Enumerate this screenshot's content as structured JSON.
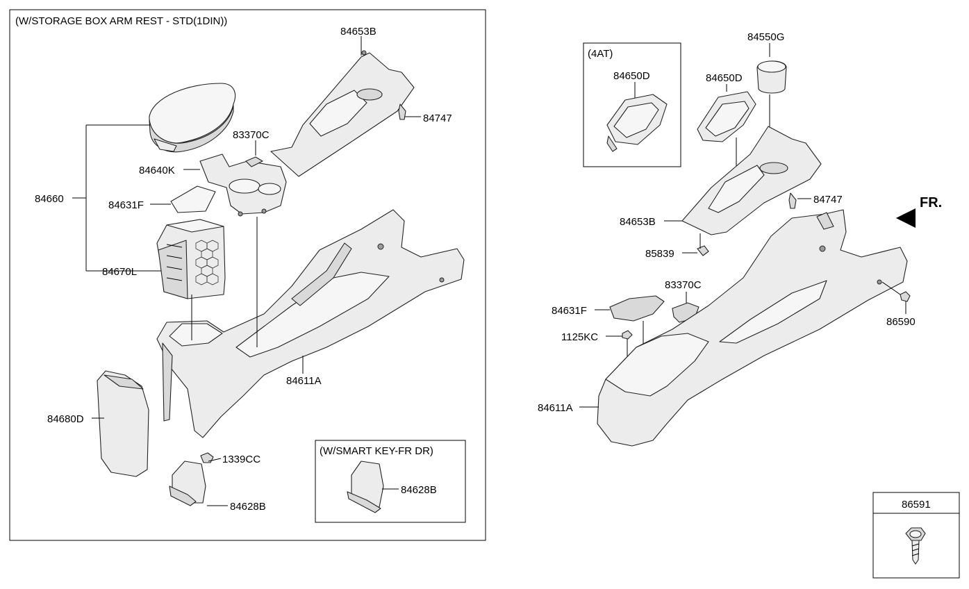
{
  "groups": {
    "storage": "(W/STORAGE BOX ARM REST - STD(1DIN))",
    "smartkey": "(W/SMART KEY-FR DR)",
    "at": "(4AT)"
  },
  "direction_label": "FR.",
  "parts": {
    "l_84653B": "84653B",
    "l_84747": "84747",
    "l_83370C": "83370C",
    "l_84640K": "84640K",
    "l_84660": "84660",
    "l_84631F": "84631F",
    "l_84670L": "84670L",
    "l_84611A": "84611A",
    "l_84680D": "84680D",
    "l_1339CC": "1339CC",
    "l_84628B": "84628B",
    "sk_84628B": "84628B",
    "r_84550G": "84550G",
    "at_84650D": "84650D",
    "r_84650D": "84650D",
    "r_84747": "84747",
    "r_84653B": "84653B",
    "r_85839": "85839",
    "r_83370C": "83370C",
    "r_84631F": "84631F",
    "r_1125KC": "1125KC",
    "r_86590": "86590",
    "r_84611A": "84611A",
    "legend_86591": "86591"
  }
}
